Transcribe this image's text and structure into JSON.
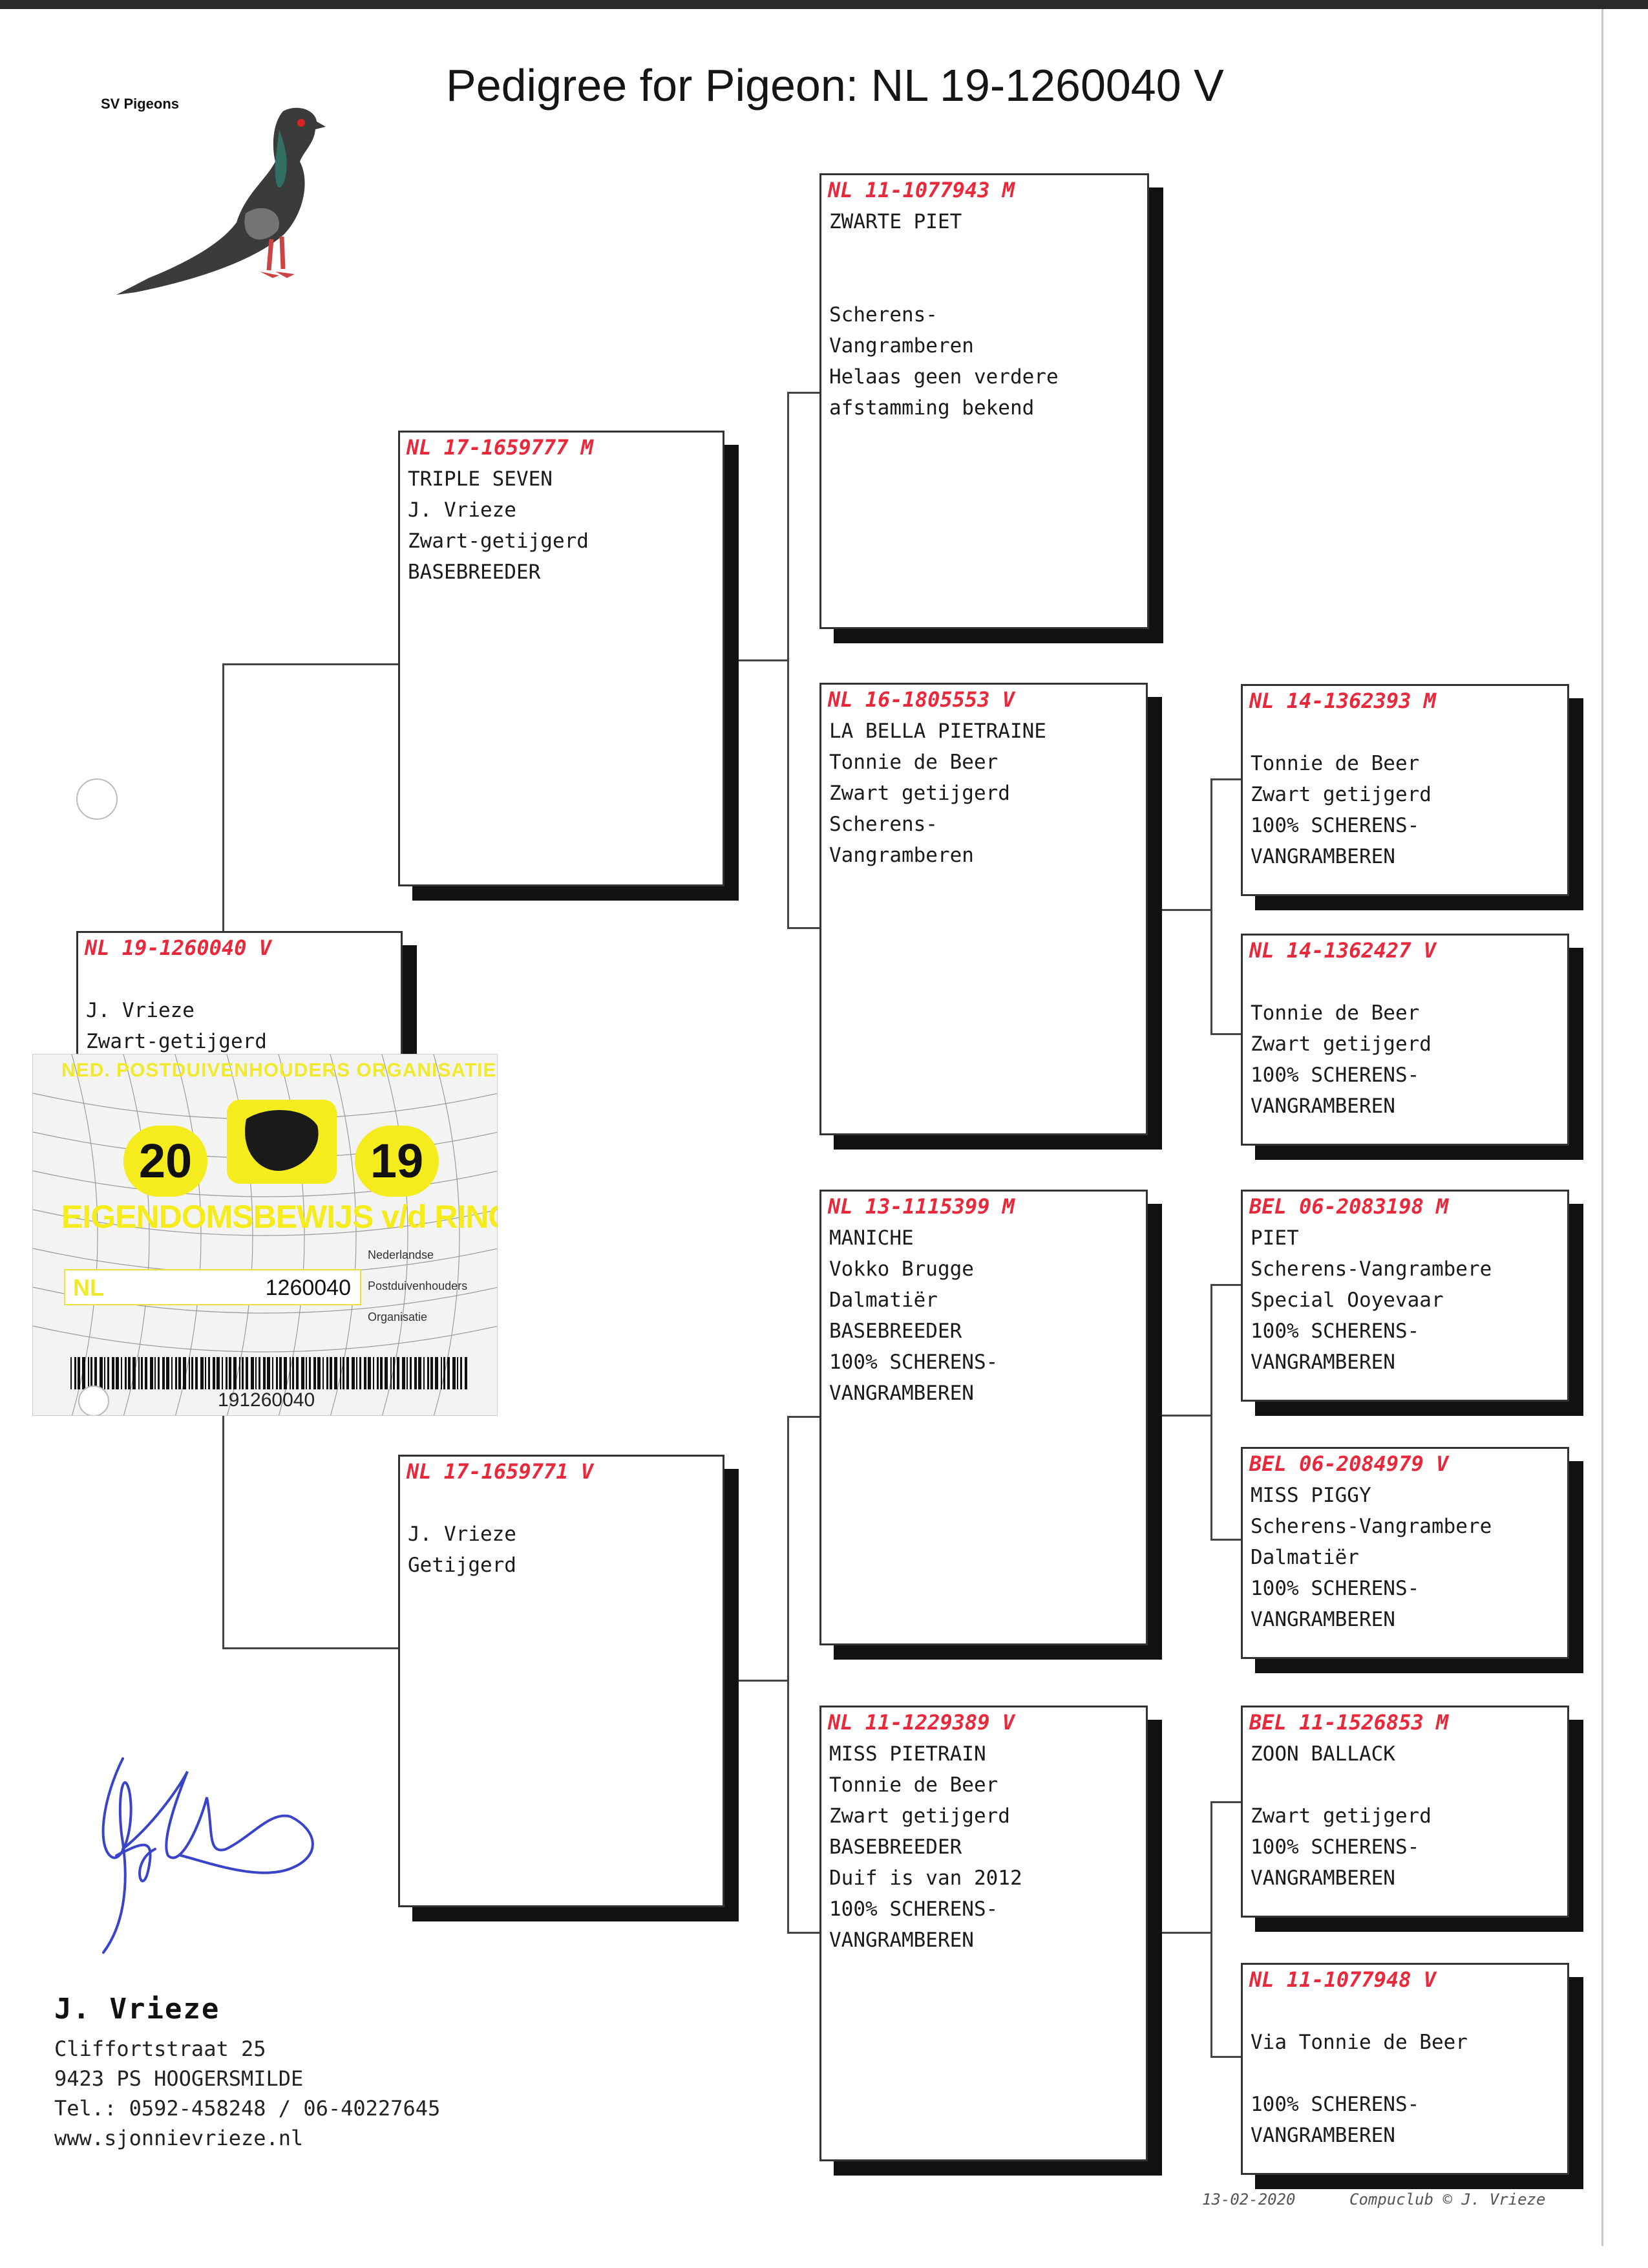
{
  "title": "Pedigree for Pigeon: NL  19-1260040 V",
  "club_label": "SV Pigeons",
  "cards": [
    {
      "id": "subject",
      "ring": "NL  19-1260040 V",
      "lines": [
        "",
        "J. Vrieze",
        "Zwart-getijgerd"
      ]
    },
    {
      "id": "sire",
      "ring": "NL  17-1659777 M",
      "lines": [
        "TRIPLE SEVEN",
        "J. Vrieze",
        "Zwart-getijgerd",
        "BASEBREEDER"
      ]
    },
    {
      "id": "dam",
      "ring": "NL  17-1659771 V",
      "lines": [
        "",
        "J. Vrieze",
        "Getijgerd"
      ]
    },
    {
      "id": "sire-sire",
      "ring": "NL  11-1077943 M",
      "lines": [
        "ZWARTE PIET",
        "",
        "",
        "Scherens-",
        "Vangramberen",
        "Helaas geen verdere",
        "afstamming bekend"
      ]
    },
    {
      "id": "sire-dam",
      "ring": "NL  16-1805553 V",
      "lines": [
        "LA BELLA PIETRAINE",
        "Tonnie de Beer",
        "Zwart getijgerd",
        "Scherens-",
        "Vangramberen"
      ]
    },
    {
      "id": "dam-sire",
      "ring": "NL  13-1115399 M",
      "lines": [
        "MANICHE",
        "Vokko Brugge",
        "Dalmatiër",
        "BASEBREEDER",
        "100% SCHERENS-",
        "VANGRAMBEREN"
      ]
    },
    {
      "id": "dam-dam",
      "ring": "NL  11-1229389 V",
      "lines": [
        "MISS PIETRAIN",
        "Tonnie de Beer",
        "Zwart getijgerd",
        "BASEBREEDER",
        "Duif is van 2012",
        "100% SCHERENS-",
        "VANGRAMBEREN"
      ]
    },
    {
      "id": "sire-dam-sire",
      "ring": "NL  14-1362393 M",
      "lines": [
        "",
        "Tonnie de Beer",
        "Zwart getijgerd",
        "100% SCHERENS-",
        "VANGRAMBEREN"
      ]
    },
    {
      "id": "sire-dam-dam",
      "ring": "NL  14-1362427 V",
      "lines": [
        "",
        "Tonnie de Beer",
        "Zwart getijgerd",
        "100% SCHERENS-",
        "VANGRAMBEREN"
      ]
    },
    {
      "id": "dam-sire-sire",
      "ring": "BEL 06-2083198 M",
      "lines": [
        "PIET",
        "Scherens-Vangrambere",
        "Special Ooyevaar",
        "100% SCHERENS-",
        "VANGRAMBEREN"
      ]
    },
    {
      "id": "dam-sire-dam",
      "ring": "BEL 06-2084979 V",
      "lines": [
        "MISS PIGGY",
        "Scherens-Vangrambere",
        "Dalmatiër",
        "100% SCHERENS-",
        "VANGRAMBEREN"
      ]
    },
    {
      "id": "dam-dam-sire",
      "ring": "BEL 11-1526853 M",
      "lines": [
        "ZOON BALLACK",
        "",
        "Zwart getijgerd",
        "100% SCHERENS-",
        "VANGRAMBEREN"
      ]
    },
    {
      "id": "dam-dam-dam",
      "ring": "NL  11-1077948 V",
      "lines": [
        "",
        "Via Tonnie de Beer",
        "",
        "100% SCHERENS-",
        "VANGRAMBEREN"
      ]
    }
  ],
  "ownership_card": {
    "header": "NED. POSTDUIVENHOUDERS ORGANISATIE",
    "year_left": "20",
    "year_right": "19",
    "title": "EIGENDOMSBEWIJS v/d RING",
    "country": "NL",
    "ring_number": "1260040",
    "npo_lines": [
      "Nederlandse",
      "Postduivenhouders",
      "Organisatie"
    ],
    "barcode_number": "191260040"
  },
  "breeder": {
    "name": "J. Vrieze",
    "street": "Cliffortstraat 25",
    "postal_city": "9423 PS  HOOGERSMILDE",
    "phone": "Tel.: 0592-458248 / 06-40227645",
    "website": "www.sjonnievrieze.nl"
  },
  "footer": {
    "date": "13-02-2020",
    "credit": "Compuclub © J. Vrieze"
  },
  "colors": {
    "ring_text": "#e8293c",
    "card_yellow": "#f4ec1c",
    "signature": "#3a44c8"
  }
}
